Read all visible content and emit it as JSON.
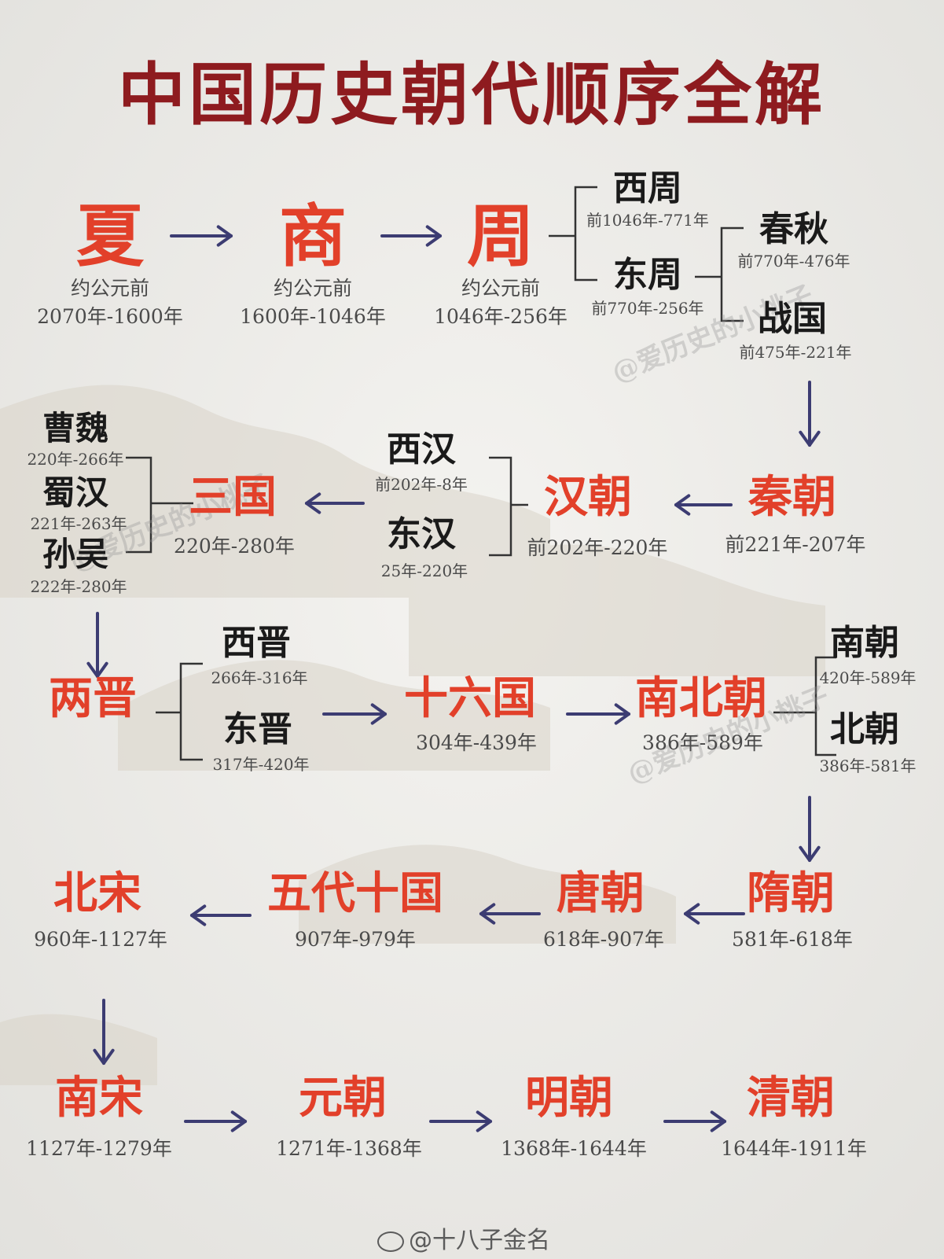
{
  "title": "中国历史朝代顺序全解",
  "watermarks": [
    "@爱历史的小桃子",
    "@爱历史的小桃子",
    "@爱历史的小桃子"
  ],
  "credit": "@十八子金名",
  "colors": {
    "title": "#8e1b1f",
    "dynasty": "#e2402a",
    "arrow": "#3c3c72",
    "bracket": "#333333"
  },
  "row1": {
    "xia": {
      "name": "夏",
      "note": "约公元前",
      "dates": "2070年-1600年"
    },
    "shang": {
      "name": "商",
      "note": "约公元前",
      "dates": "1600年-1046年"
    },
    "zhou": {
      "name": "周",
      "note": "约公元前",
      "dates": "1046年-256年"
    },
    "west_zhou": {
      "name": "西周",
      "dates": "前1046年-771年"
    },
    "east_zhou": {
      "name": "东周",
      "dates": "前770年-256年"
    },
    "chunqiu": {
      "name": "春秋",
      "dates": "前770年-476年"
    },
    "zhanguo": {
      "name": "战国",
      "dates": "前475年-221年"
    }
  },
  "row2": {
    "qin": {
      "name": "秦朝",
      "dates": "前221年-207年"
    },
    "han": {
      "name": "汉朝",
      "dates": "前202年-220年"
    },
    "west_han": {
      "name": "西汉",
      "dates": "前202年-8年"
    },
    "east_han": {
      "name": "东汉",
      "dates": "25年-220年"
    },
    "sanguo": {
      "name": "三国",
      "dates": "220年-280年"
    },
    "caowei": {
      "name": "曹魏",
      "dates": "220年-266年"
    },
    "shuhan": {
      "name": "蜀汉",
      "dates": "221年-263年"
    },
    "sunwu": {
      "name": "孙吴",
      "dates": "222年-280年"
    }
  },
  "row3": {
    "liangjin": {
      "name": "两晋"
    },
    "west_jin": {
      "name": "西晋",
      "dates": "266年-316年"
    },
    "east_jin": {
      "name": "东晋",
      "dates": "317年-420年"
    },
    "shiliuguo": {
      "name": "十六国",
      "dates": "304年-439年"
    },
    "nanbeichao": {
      "name": "南北朝",
      "dates": "386年-589年"
    },
    "nanchao": {
      "name": "南朝",
      "dates": "420年-589年"
    },
    "beichao": {
      "name": "北朝",
      "dates": "386年-581年"
    }
  },
  "row4": {
    "sui": {
      "name": "隋朝",
      "dates": "581年-618年"
    },
    "tang": {
      "name": "唐朝",
      "dates": "618年-907年"
    },
    "wudai": {
      "name": "五代十国",
      "dates": "907年-979年"
    },
    "beisong": {
      "name": "北宋",
      "dates": "960年-1127年"
    }
  },
  "row5": {
    "nansong": {
      "name": "南宋",
      "dates": "1127年-1279年"
    },
    "yuan": {
      "name": "元朝",
      "dates": "1271年-1368年"
    },
    "ming": {
      "name": "明朝",
      "dates": "1368年-1644年"
    },
    "qing": {
      "name": "清朝",
      "dates": "1644年-1911年"
    }
  }
}
